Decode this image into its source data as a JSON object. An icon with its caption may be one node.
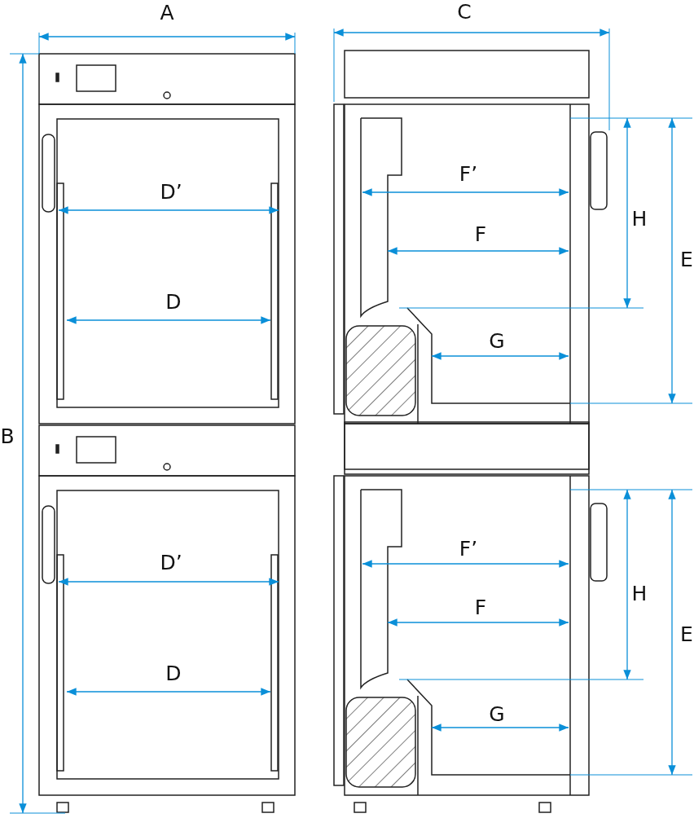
{
  "diagram": {
    "labels": [
      "A",
      "C",
      "F’",
      "D’",
      "H",
      "E",
      "F",
      "D",
      "G",
      "B",
      "F’",
      "D’",
      "H",
      "E",
      "F",
      "D",
      "G"
    ]
  }
}
